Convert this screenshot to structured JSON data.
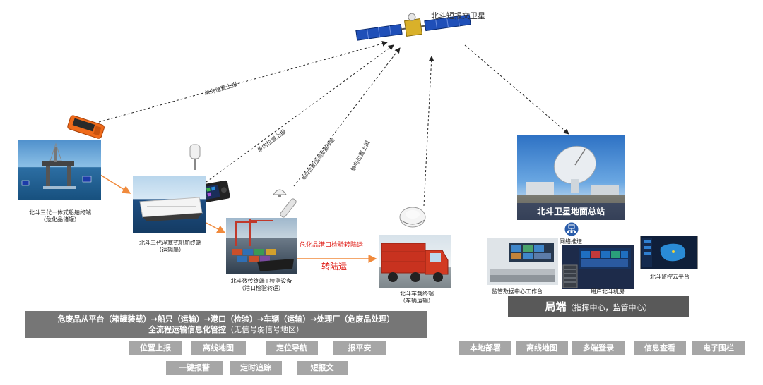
{
  "satellite": {
    "label": "北斗短报文卫星"
  },
  "links": {
    "uplink_1": "单向位置上报",
    "uplink_2": "单向位置上报",
    "uplink_3": "单向位置/监测数据传输",
    "uplink_4": "单向位置上报"
  },
  "nodes": {
    "platform": {
      "line1": "北斗三代一体式船舶终端",
      "line2": "（危化品储罐）"
    },
    "ship": {
      "line1": "北斗三代浮塞式船舶终端",
      "line2": "（运输船）"
    },
    "port": {
      "line1": "北斗数传终端+检测设备",
      "line2": "（港口检验转运）"
    },
    "truck": {
      "line1": "北斗车载终端",
      "line2": "（车辆运输）"
    },
    "transfer_red": "危化品港口检验转陆运",
    "transfer_red2": "转陆运"
  },
  "ground": {
    "station_label": "北斗卫星地面总站",
    "network_push": "网络推送",
    "workstation": "监管数据中心工作台",
    "machine_room": "用户北斗机房",
    "cloud": "北斗监控云平台"
  },
  "flow": {
    "line1": "危废品从平台（箱罐装载）→船只（运输）→港口（检验）→车辆（运输）→处理厂（危废品处理）",
    "line2_bold": "全流程运输信息化管控",
    "line2_thin": "（无信号弱信号地区）"
  },
  "bureau": {
    "title": "局端",
    "subtitle": "（指挥中心，监管中心）"
  },
  "features_left": [
    "位置上报",
    "离线地图",
    "定位导航",
    "报平安",
    "一键报警",
    "定时追踪",
    "短报文"
  ],
  "features_right": [
    "本地部署",
    "离线地图",
    "多端登录",
    "信息查看",
    "电子围栏"
  ],
  "colors": {
    "accent_red": "#e0201a",
    "orange_arrow": "#f08a3c",
    "gray_button": "#a6a6a6",
    "dark_box": "#595959",
    "flow_box": "#767676"
  }
}
